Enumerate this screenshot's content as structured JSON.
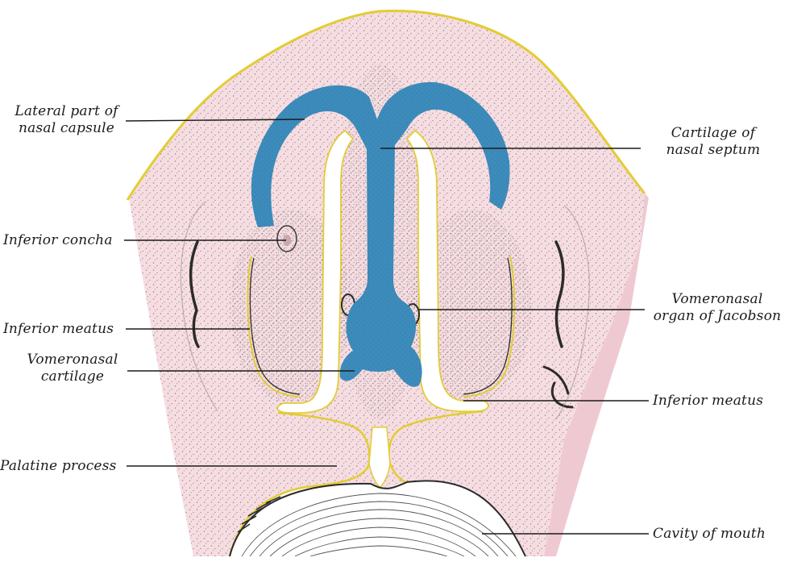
{
  "labels": {
    "lateral_part": "Lateral part of\nnasal capsule",
    "inferior_concha": "Inferior concha",
    "inferior_meatus_left": "Inferior meatus",
    "vomeronasal_cartilage": "Vomeronasal\ncartilage",
    "palatine_process": "Palatine process",
    "cartilage_septum": "Cartilage of\nnasal septum",
    "vomeronasal_organ": "Vomeronasal\norgan of Jacobson",
    "inferior_meatus_right": "Inferior meatus",
    "cavity_of_mouth": "Cavity of mouth"
  },
  "colors": {
    "tissue": "#f6dde2",
    "tissue_dark": "#efc9d2",
    "outline_yellow": "#e3cc35",
    "cartilage_blue": "#3c8bbb",
    "stipple": "#3a3a3a",
    "leader": "#1b1b1b",
    "mouth_line": "#2a2a2a"
  }
}
